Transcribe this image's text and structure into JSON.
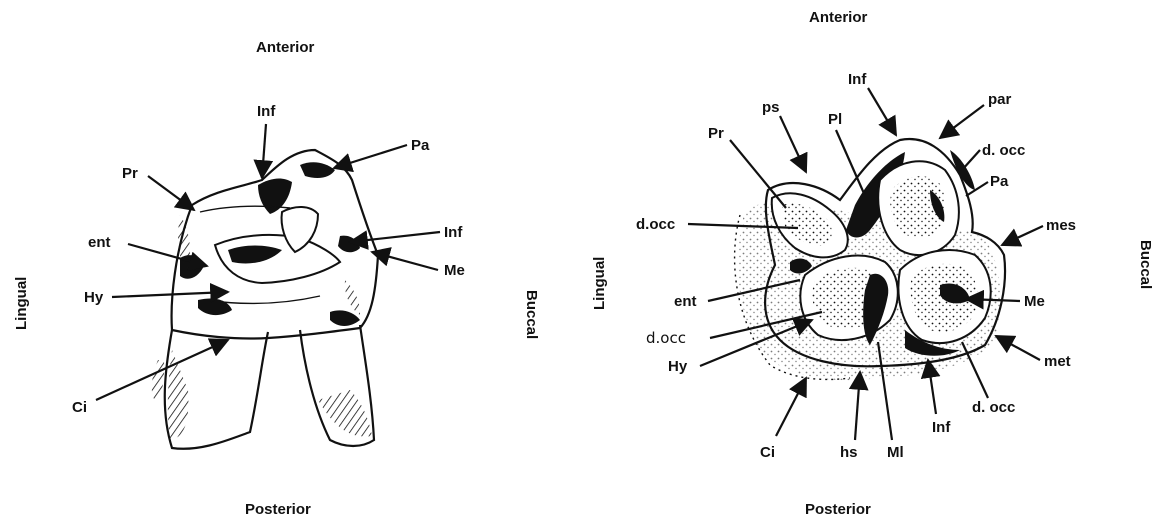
{
  "left_view": {
    "orientation": {
      "anterior": "Anterior",
      "posterior": "Posterior",
      "lingual": "Lingual",
      "buccal": "Buccal"
    },
    "labels": {
      "inf_top": "Inf",
      "pa": "Pa",
      "pr": "Pr",
      "inf_right": "Inf",
      "ent": "ent",
      "me": "Me",
      "hy": "Hy",
      "ci": "Ci"
    }
  },
  "right_view": {
    "orientation": {
      "anterior": "Anterior",
      "posterior": "Posterior",
      "lingual": "Lingual",
      "buccal": "Buccal"
    },
    "labels": {
      "inf_top": "Inf",
      "par": "par",
      "ps": "ps",
      "pr": "Pr",
      "pl": "Pl",
      "docc_upper_right": "d. occ",
      "pa": "Pa",
      "docc_left": "d.occ",
      "mes": "mes",
      "ent": "ent",
      "me": "Me",
      "docc_lower_left": "d.occ",
      "met": "met",
      "hy": "Hy",
      "docc_bottom": "d. occ",
      "inf_bottom": "Inf",
      "ci": "Ci",
      "hs": "hs",
      "ml": "Ml"
    }
  }
}
